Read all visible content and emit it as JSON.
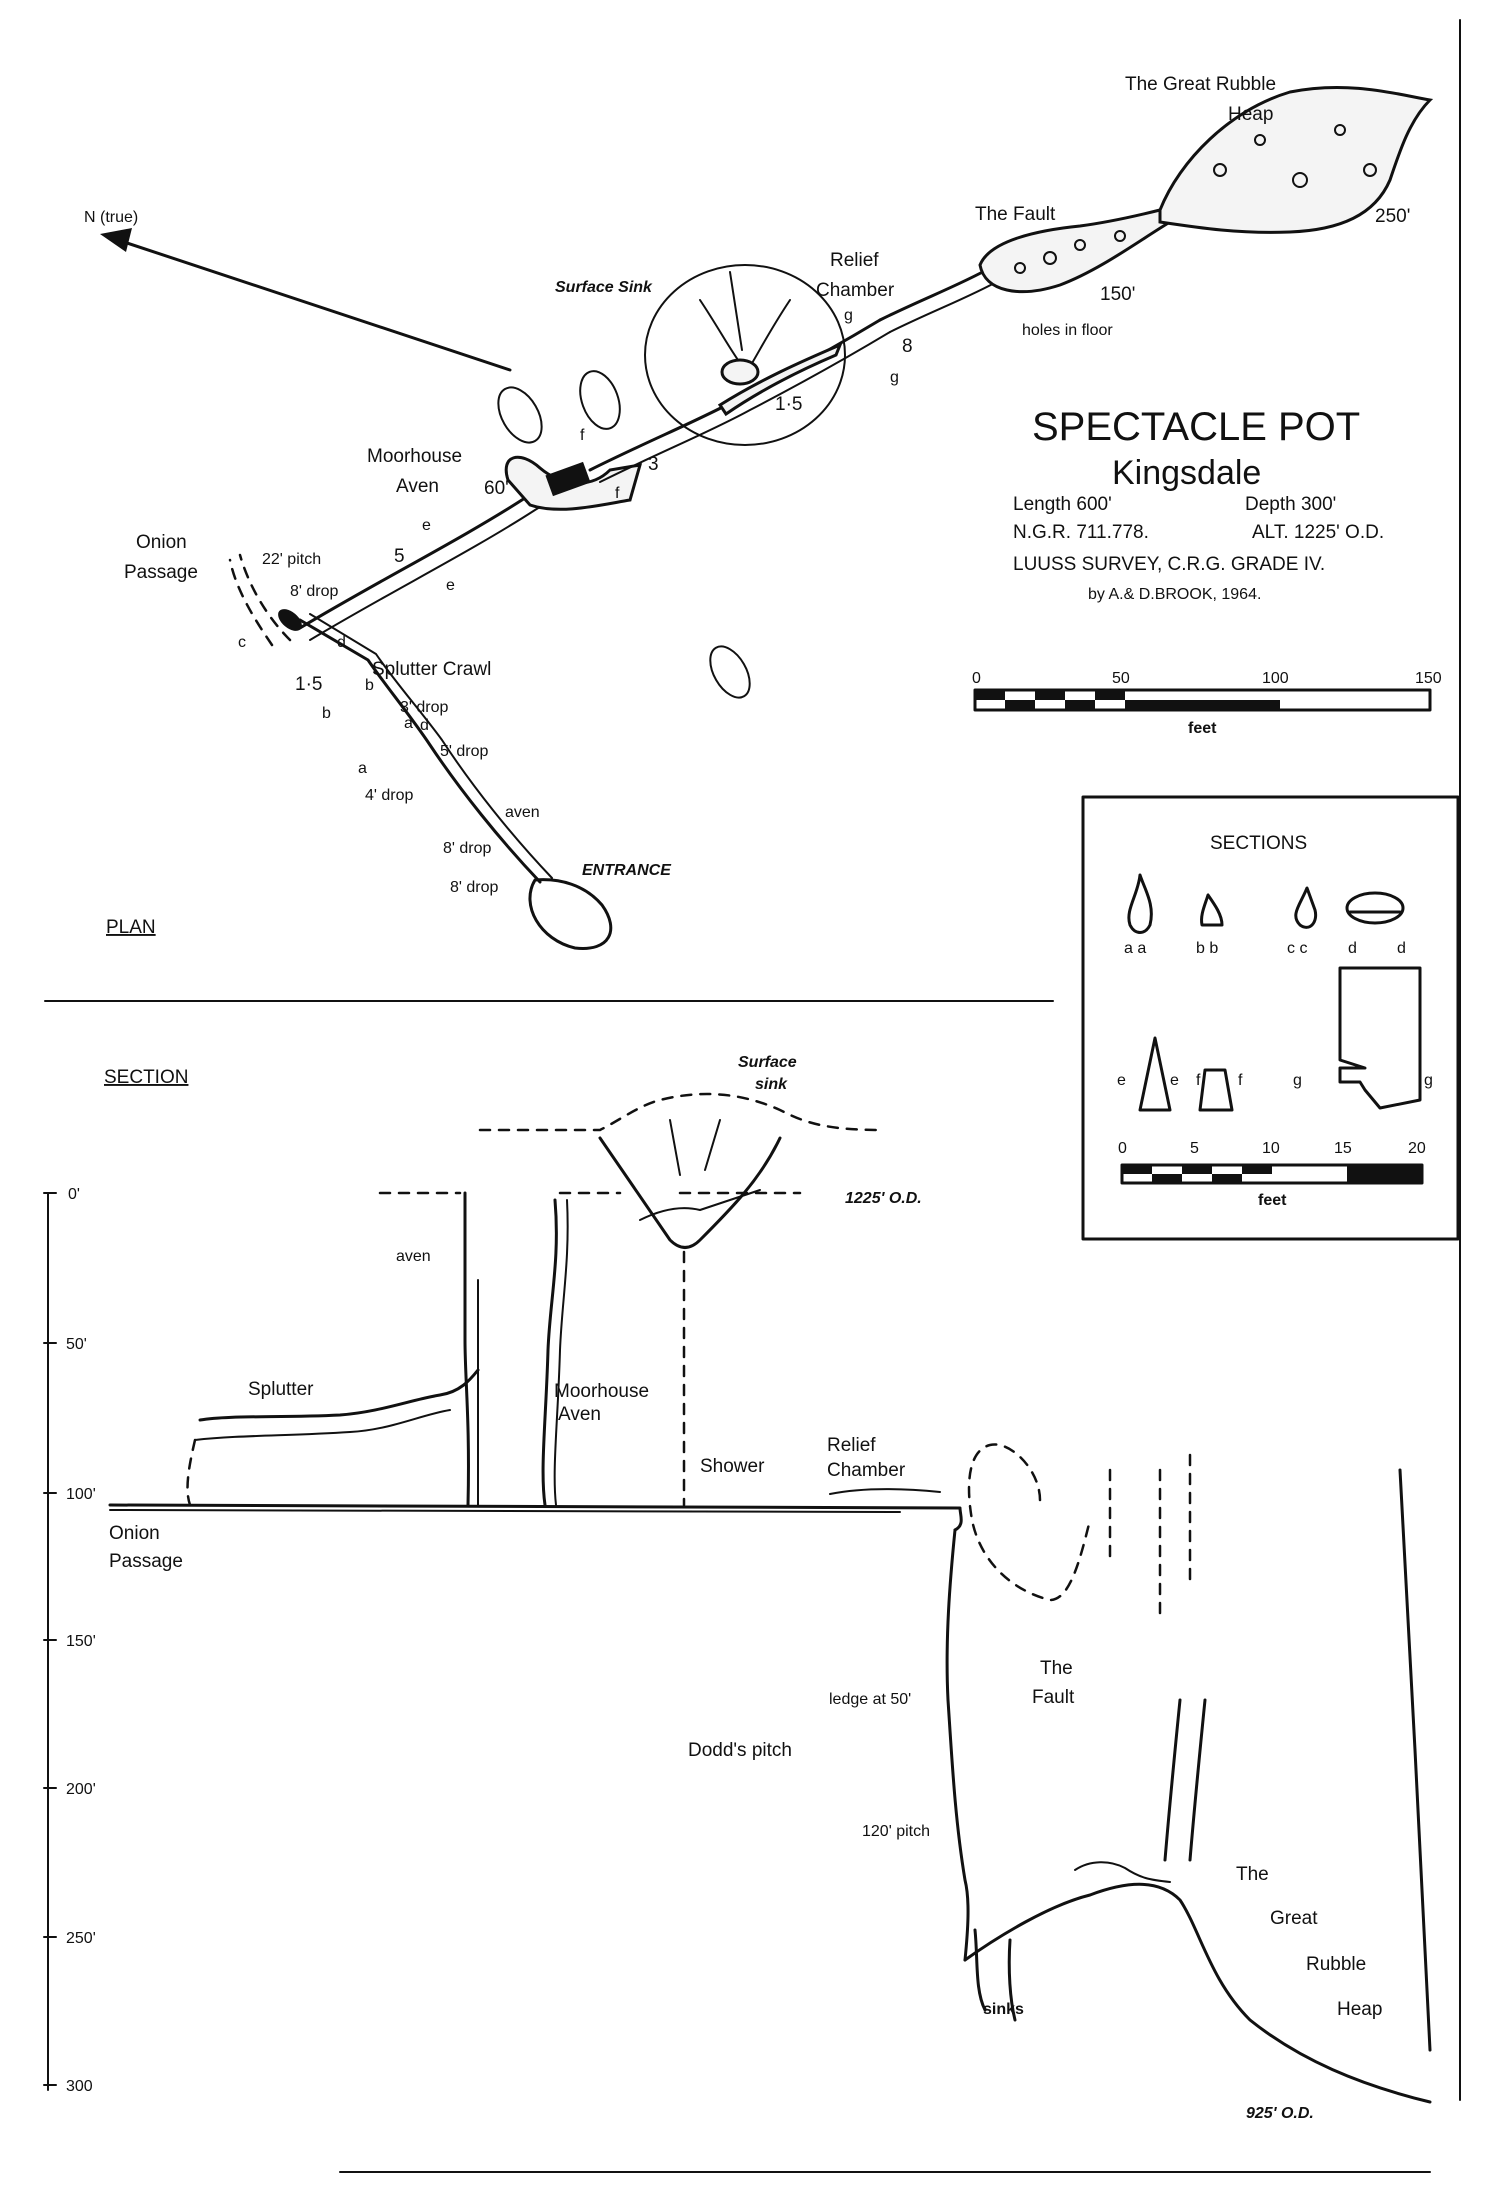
{
  "plan": {
    "north_label": "N (true)",
    "heading": "PLAN",
    "entrance": "ENTRANCE",
    "surface_sink": "Surface Sink",
    "relief_chamber_1": "Relief",
    "relief_chamber_2": "Chamber",
    "fault": "The Fault",
    "rubble_1": "The Great Rubble",
    "rubble_2": "Heap",
    "moorhouse_1": "Moorhouse",
    "moorhouse_2": "Aven",
    "onion_1": "Onion",
    "onion_2": "Passage",
    "splutter_crawl": "Splutter Crawl",
    "holes": "holes in floor",
    "aven": "aven",
    "heights": {
      "h250": "250'",
      "h150": "150'",
      "h60": "60'",
      "h15a": "1·5",
      "h15b": "1·5",
      "h3": "3",
      "h5": "5",
      "h8": "8"
    },
    "pitch22": "22' pitch",
    "drop8a": "8' drop",
    "drop3": "3' drop",
    "drop5": "5' drop",
    "drop4": "4' drop",
    "drop8b": "8' drop",
    "drop8c": "8' drop",
    "letters": {
      "a": "a",
      "b": "b",
      "c": "c",
      "d": "d",
      "e": "e",
      "f": "f",
      "g": "g"
    }
  },
  "title": {
    "name": "SPECTACLE POT",
    "place": "Kingsdale",
    "length": "Length 600'",
    "depth": "Depth 300'",
    "ngr": "N.G.R. 711.778.",
    "alt": "ALT. 1225' O.D.",
    "survey": "LUUSS SURVEY, C.R.G. GRADE IV.",
    "by": "by A.& D.BROOK, 1964."
  },
  "plan_scale": {
    "ticks": [
      "0",
      "50",
      "100",
      "150"
    ],
    "unit": "feet"
  },
  "sections_box": {
    "heading": "SECTIONS",
    "pairs": [
      "a  a",
      "b  b",
      "c  c",
      "d",
      "d"
    ],
    "e": "e",
    "f": "f",
    "g": "g",
    "ticks": [
      "0",
      "5",
      "10",
      "15",
      "20"
    ],
    "unit": "feet"
  },
  "section": {
    "heading": "SECTION",
    "depths": [
      "0'",
      "50'",
      "100'",
      "150'",
      "200'",
      "250'",
      "300"
    ],
    "surface_sink_1": "Surface",
    "surface_sink_2": "sink",
    "od_top": "1225' O.D.",
    "aven": "aven",
    "splutter": "Splutter",
    "moorhouse_1": "Moorhouse",
    "moorhouse_2": "Aven",
    "shower": "Shower",
    "relief_1": "Relief",
    "relief_2": "Chamber",
    "onion_1": "Onion",
    "onion_2": "Passage",
    "fault_1": "The",
    "fault_2": "Fault",
    "ledge": "ledge at 50'",
    "dodds": "Dodd's pitch",
    "pitch120": "120' pitch",
    "sinks": "sinks",
    "rubble_1": "The",
    "rubble_2": "Great",
    "rubble_3": "Rubble",
    "rubble_4": "Heap",
    "od_bottom": "925' O.D."
  }
}
